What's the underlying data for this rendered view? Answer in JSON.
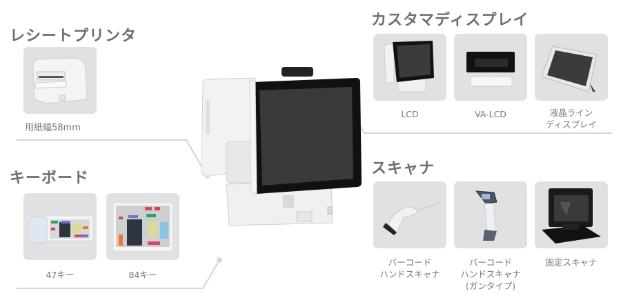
{
  "colors": {
    "title": "#6e6e6e",
    "caption": "#777777",
    "card_bg": "#e1e1e1",
    "connector": "#d6d6d6",
    "background": "#ffffff"
  },
  "center_device": {
    "name": "POS terminal with dual display",
    "icon": "pos-terminal-icon"
  },
  "sections": {
    "receipt_printer": {
      "title": "レシートプリンタ",
      "items": [
        {
          "label": "用紙幅58mm",
          "icon": "receipt-printer-icon"
        }
      ]
    },
    "keyboard": {
      "title": "キーボード",
      "items": [
        {
          "label": "47キー",
          "icon": "keyboard-47-icon"
        },
        {
          "label": "84キー",
          "icon": "keyboard-84-icon"
        }
      ]
    },
    "customer_display": {
      "title": "カスタマディスプレイ",
      "items": [
        {
          "label": "LCD",
          "icon": "lcd-display-icon"
        },
        {
          "label": "VA-LCD",
          "icon": "va-lcd-display-icon"
        },
        {
          "label": "液晶ライン\nディスプレイ",
          "icon": "line-display-icon"
        }
      ]
    },
    "scanner": {
      "title": "スキャナ",
      "items": [
        {
          "label": "バーコード\nハンドスキャナ",
          "icon": "handheld-scanner-icon"
        },
        {
          "label": "バーコード\nハンドスキャナ\n(ガンタイプ)",
          "icon": "gun-scanner-icon"
        },
        {
          "label": "固定スキャナ",
          "icon": "fixed-scanner-icon"
        }
      ]
    }
  }
}
